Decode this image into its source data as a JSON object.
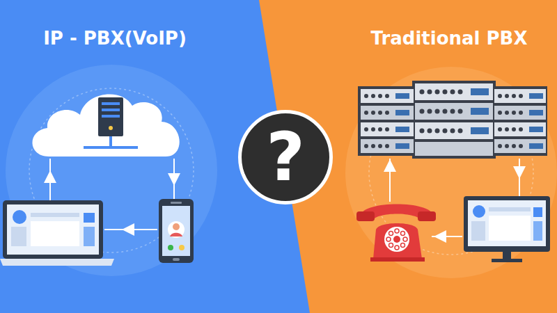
{
  "diagram": {
    "nodes": [
      {
        "text": [
          "?"
        ]
      }
    ],
    "labels": [
      "IP - PBX(VoIP)",
      "Traditional PBX"
    ]
  }
}
